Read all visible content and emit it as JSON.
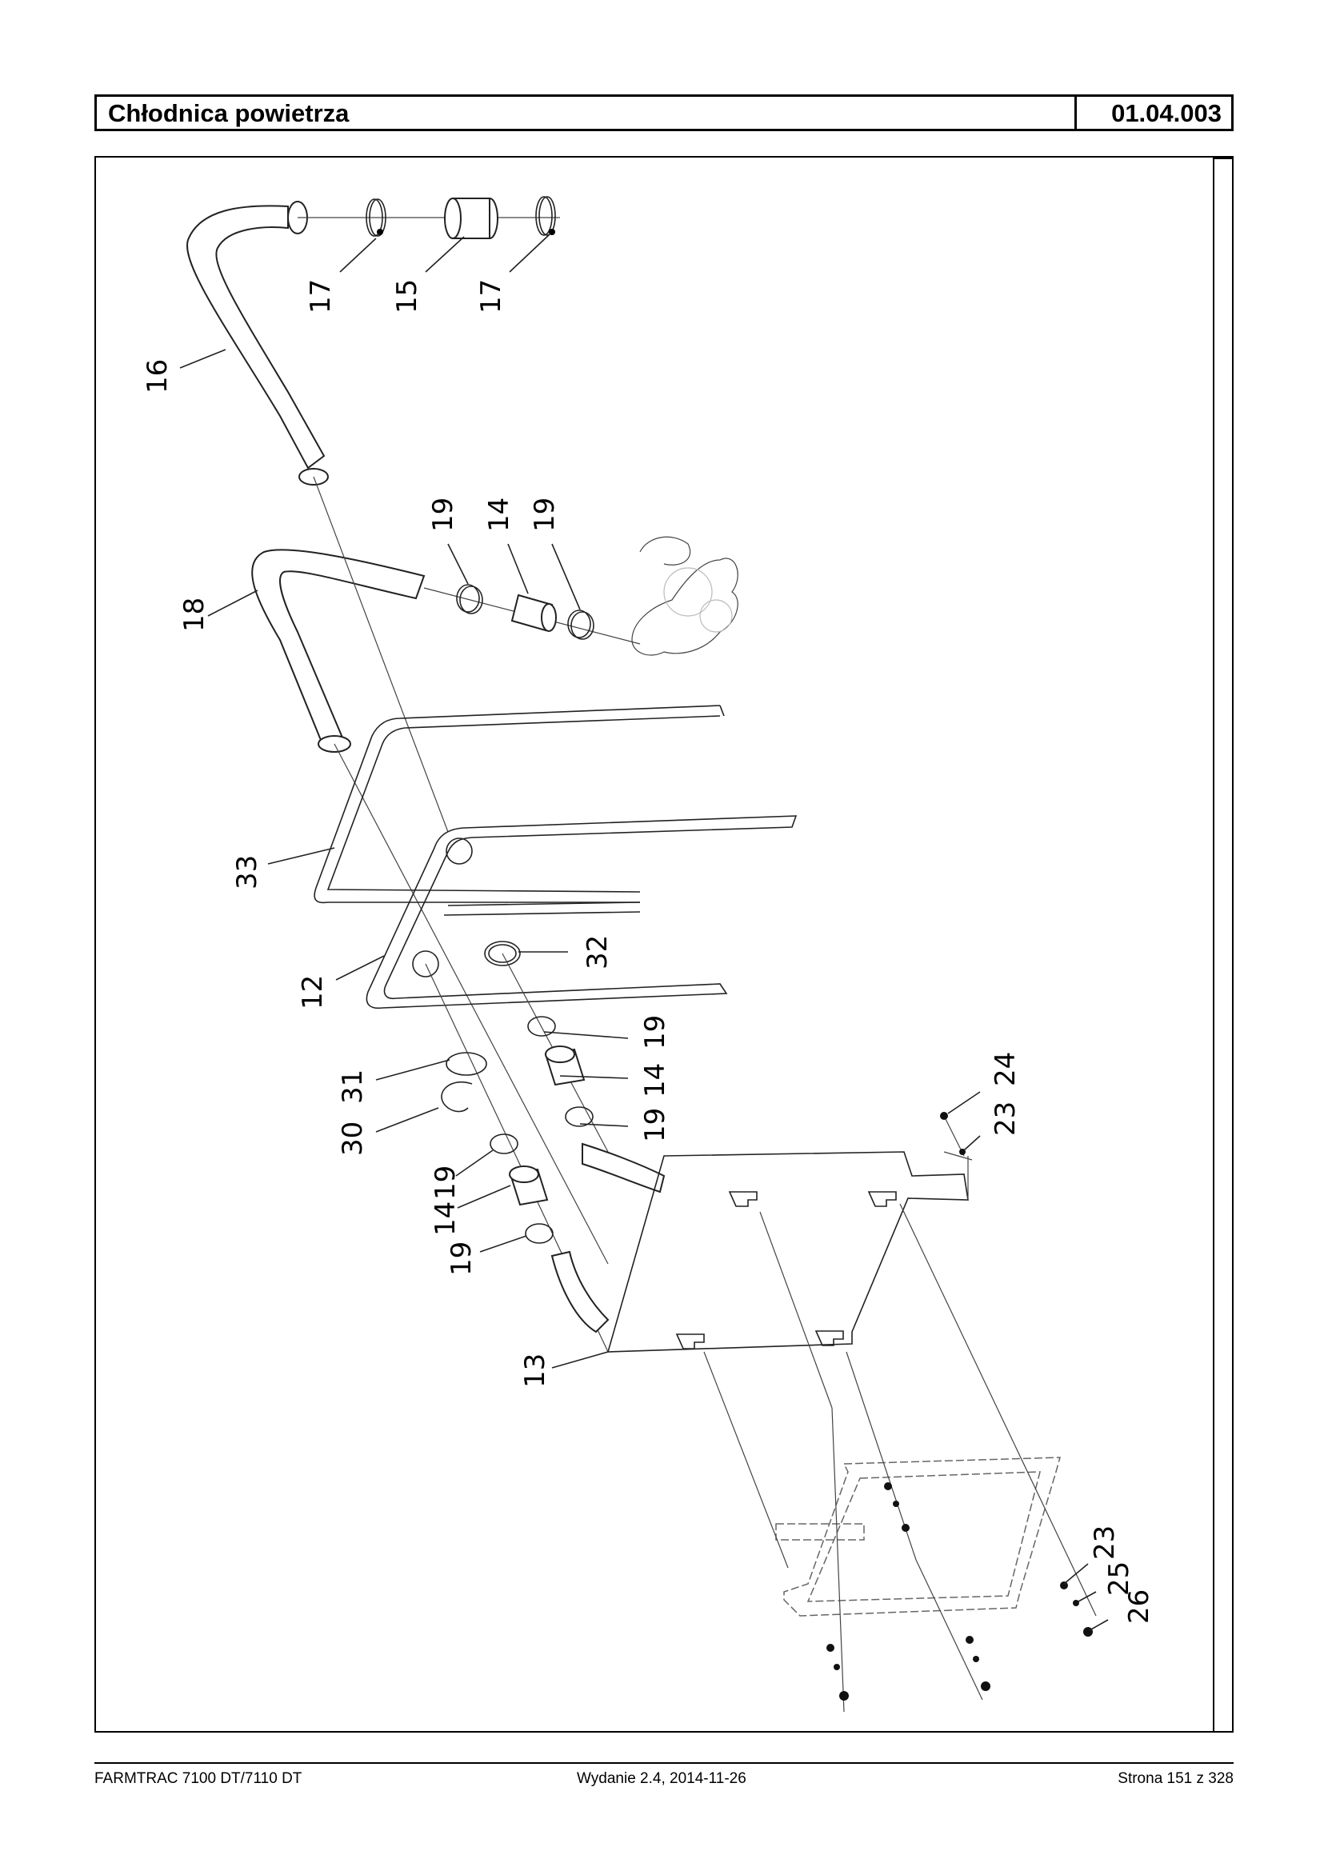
{
  "header": {
    "title": "Chłodnica powietrza",
    "code": "01.04.003"
  },
  "callouts": {
    "c17a": "17",
    "c15": "15",
    "c17b": "17",
    "c16": "16",
    "c19a": "19",
    "c14a": "14",
    "c19b": "19",
    "c18": "18",
    "c33": "33",
    "c12": "12",
    "c32": "32",
    "c19c": "19",
    "c14b": "14",
    "c19d": "19",
    "c31": "31",
    "c30": "30",
    "c19e": "19",
    "c14c": "14",
    "c19f": "19",
    "c13": "13",
    "c24a": "24",
    "c23a": "23",
    "c23b": "23",
    "c25": "25",
    "c26": "26"
  },
  "footer": {
    "model": "FARMTRAC 7100 DT/7110 DT",
    "edition": "Wydanie 2.4,  2014-11-26",
    "page": "Strona 151 z 328"
  }
}
